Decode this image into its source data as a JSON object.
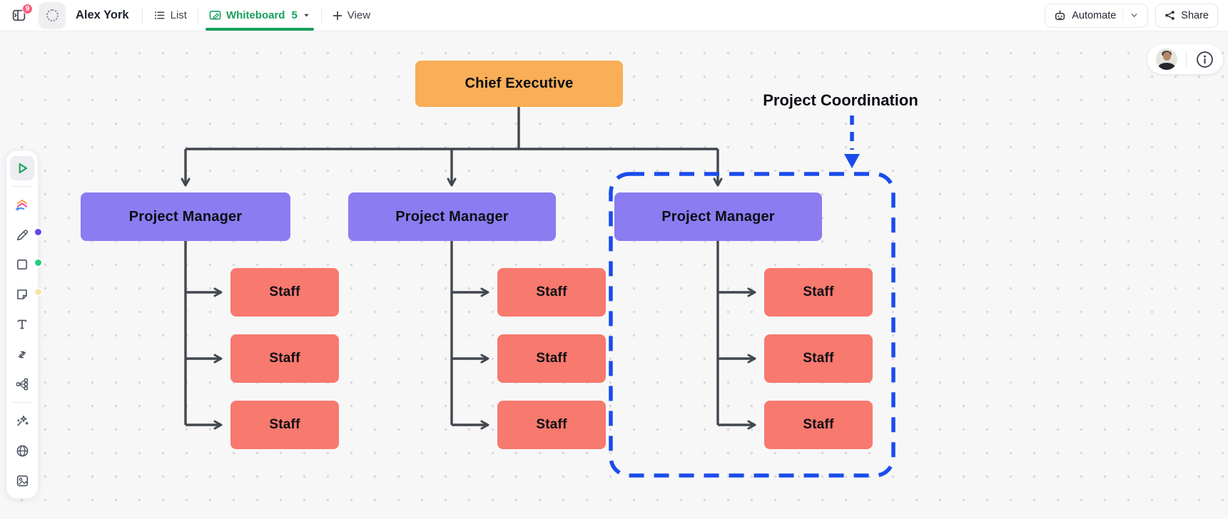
{
  "header": {
    "sidebar_badge": "9",
    "title": "Alex York",
    "tabs": {
      "list": "List",
      "whiteboard": "Whiteboard",
      "whiteboard_count": "5"
    },
    "view_label": "View",
    "automate_label": "Automate",
    "share_label": "Share"
  },
  "toolbar": {
    "tools": [
      "select",
      "templates",
      "marker",
      "shape",
      "sticky-note",
      "text",
      "connector",
      "mind-map",
      "ai-wand",
      "web",
      "image"
    ],
    "active_tool": "select",
    "presence_colors": [
      "#5B48EE",
      "#27CC7C",
      "#F6E3A7"
    ]
  },
  "diagram": {
    "root_label": "Chief Executive",
    "manager_labels": [
      "Project Manager",
      "Project Manager",
      "Project Manager"
    ],
    "staff_labels": [
      "Staff",
      "Staff",
      "Staff",
      "Staff",
      "Staff",
      "Staff",
      "Staff",
      "Staff",
      "Staff"
    ],
    "annotation_label": "Project Coordination",
    "colors": {
      "root": "#F9AE57",
      "manager": "#8B7CF2",
      "staff": "#F8796E",
      "annotation": "#1A4CEB",
      "connector": "#42474F"
    }
  }
}
